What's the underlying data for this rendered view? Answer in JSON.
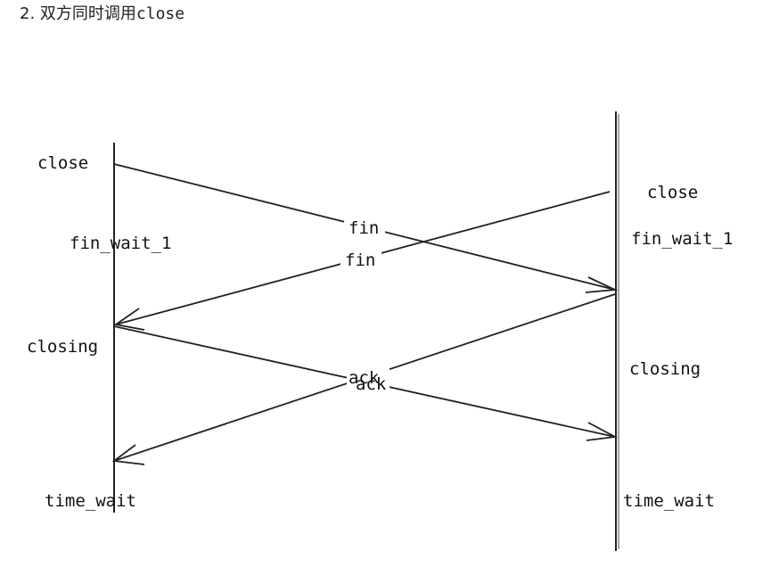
{
  "heading": {
    "number": "2.",
    "text": "双方同时调用",
    "code": "close"
  },
  "left": {
    "states": [
      "close",
      "fin_wait_1",
      "closing",
      "time_wait"
    ]
  },
  "right": {
    "states": [
      "close",
      "fin_wait_1",
      "closing",
      "time_wait"
    ]
  },
  "messages": [
    {
      "label": "fin",
      "from": "left",
      "to": "right"
    },
    {
      "label": "fin",
      "from": "right",
      "to": "left"
    },
    {
      "label": "ack",
      "from": "left",
      "to": "right"
    },
    {
      "label": "ack",
      "from": "right",
      "to": "left"
    }
  ],
  "colors": {
    "line": "#222222",
    "text": "#111111"
  }
}
